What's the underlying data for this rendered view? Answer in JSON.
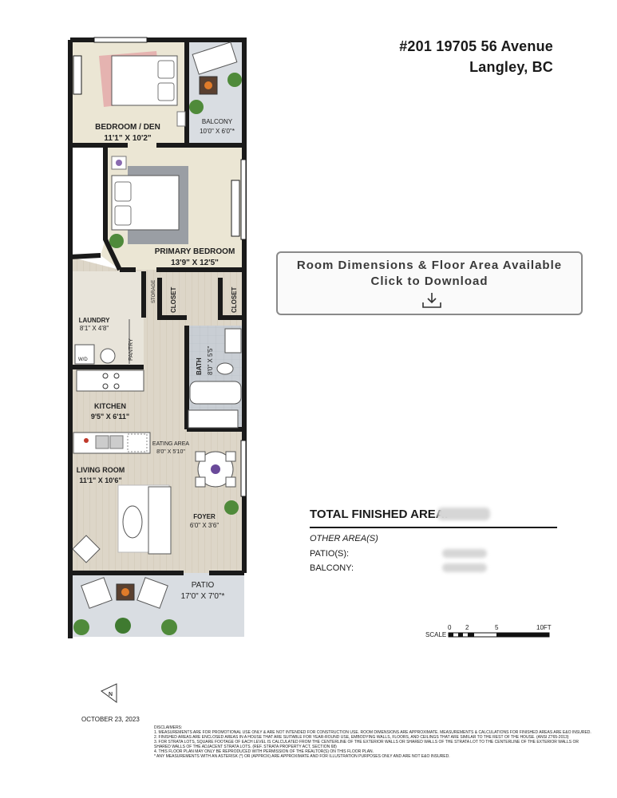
{
  "address": {
    "line1": "#201 19705 56 Avenue",
    "line2": "Langley, BC"
  },
  "download_panel": {
    "line1": "Room Dimensions & Floor Area Available",
    "line2": "Click to Download",
    "icon": "download-icon"
  },
  "rooms": [
    {
      "name": "BEDROOM / DEN",
      "dims": "11'1\" X 10'2\""
    },
    {
      "name": "BALCONY",
      "dims": "10'0\" X 6'0\"*"
    },
    {
      "name": "PRIMARY BEDROOM",
      "dims": "13'9\" X 12'5\""
    },
    {
      "name": "LAUNDRY",
      "dims": "8'1\" X 4'8\""
    },
    {
      "name": "KITCHEN",
      "dims": "9'5\" X 6'11\""
    },
    {
      "name": "EATING AREA",
      "dims": "8'0\" X 5'10\""
    },
    {
      "name": "LIVING ROOM",
      "dims": "11'1\" X 10'6\""
    },
    {
      "name": "FOYER",
      "dims": "6'0\" X 3'6\""
    },
    {
      "name": "PATIO",
      "dims": "17'0\" X 7'0\"*"
    },
    {
      "name": "BATH",
      "dims": "8'0\" X 5'5\""
    }
  ],
  "small_labels": {
    "closet": "CLOSET",
    "storage": "STORAGE",
    "pantry": "PANTRY",
    "wd": "W/D"
  },
  "areas": {
    "total_label": "TOTAL FINISHED AREA:",
    "other_label": "OTHER AREA(S)",
    "patio_label": "PATIO(S):",
    "balcony_label": "BALCONY:"
  },
  "scale": {
    "label": "SCALE",
    "ticks": [
      "0",
      "2",
      "5",
      "10FT"
    ]
  },
  "compass": {
    "letter": "N"
  },
  "date": "OCTOBER 23, 2023",
  "disclaimers": [
    "DISCLAIMERS:",
    "1. MEASUREMENTS ARE FOR PROMOTIONAL USE ONLY & ARE NOT INTENDED FOR CONSTRUCTION USE. ROOM DIMENSIONS ARE APPROXIMATE. MEASUREMENTS & CALCULATIONS FOR FINISHED AREAS ARE E&O INSURED.",
    "2. FINISHED AREAS ARE ENCLOSED AREAS IN A HOUSE THAT ARE SUITABLE FOR YEAR-ROUND USE, EMBODYING WALLS, FLOORS, AND CEILINGS THAT ARE SIMILAR TO THE REST OF THE HOUSE. (ANSI Z765-2013)",
    "3. FOR STRATA LOTS, SQUARE FOOTAGE OF EACH LEVEL IS CALCULATED FROM THE CENTERLINE OF THE EXTERIOR WALLS OR SHARED WALLS OF THE STRATA LOT TO THE CENTERLINE OF THE EXTERIOR WALLS OR",
    "SHARED WALLS OF THE ADJACENT STRATA LOTS. (REF. STRATA PROPERTY ACT, SECTION 68)",
    "4. THIS FLOOR PLAN MAY ONLY BE REPRODUCED WITH PERMISSION OF THE REALTOR(S) ON THIS FLOOR PLAN.",
    "* ANY MEASUREMENTS WITH AN ASTERISK (*) OR (APPROX) ARE APPROXIMATE AND FOR ILLUSTRATION PURPOSES ONLY AND ARE NOT E&O INSURED."
  ],
  "colors": {
    "floor_wood": "#ddd6c8",
    "floor_carpet": "#ebe6d4",
    "tile": "#c9ced4",
    "wall": "#1a1a1a",
    "rug": "#e4a9a9",
    "rug_primary": "#9a9ea4"
  }
}
